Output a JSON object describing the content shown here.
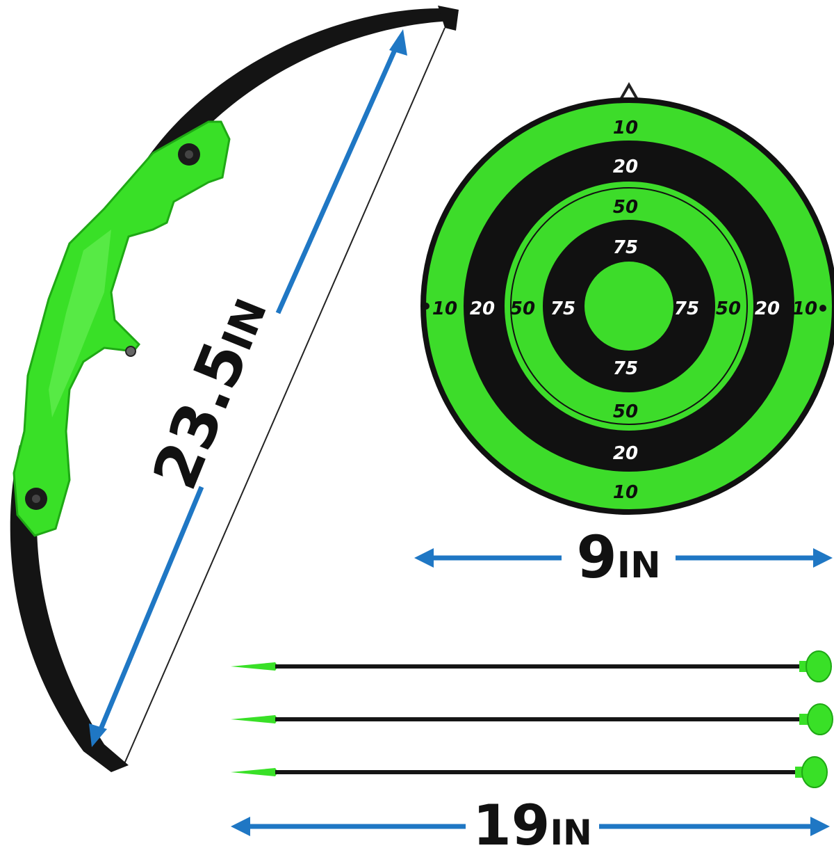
{
  "colors": {
    "bow_green": "#39e027",
    "bow_green_dark": "#1fa815",
    "target_green": "#3ddc2a",
    "target_black": "#111111",
    "arrow_blue": "#1f77c4",
    "shaft": "#151515"
  },
  "dimensions": {
    "bow_length": {
      "value": "23.5",
      "unit": "IN"
    },
    "target_diameter": {
      "value": "9",
      "unit": "IN"
    },
    "arrow_length": {
      "value": "19",
      "unit": "IN"
    }
  },
  "target": {
    "ring_scores": [
      "10",
      "20",
      "50",
      "75"
    ]
  },
  "arrows": {
    "count": 3
  }
}
